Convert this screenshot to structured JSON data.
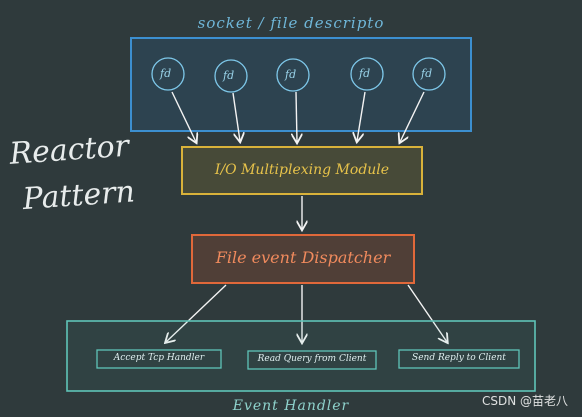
{
  "diagram": {
    "socket_group_label": "socket / file descripto",
    "fd_nodes": [
      "fd",
      "fd",
      "fd",
      "fd",
      "fd"
    ],
    "pattern_title": [
      "Reactor",
      "Pattern"
    ],
    "io_module_label": "I/O Multiplexing Module",
    "dispatcher_label": "File event Dispatcher",
    "handlers": [
      "Accept Tcp Handler",
      "Read Query from Client",
      "Send Reply to Client"
    ],
    "handler_group_label": "Event Handler"
  },
  "colors": {
    "board": "#2f3a3c",
    "socket": "#3c8fd0",
    "io_module": "#d9b23a",
    "dispatcher": "#e0683a",
    "handlers": "#5fc4b8"
  },
  "watermark": "CSDN @苗老八"
}
